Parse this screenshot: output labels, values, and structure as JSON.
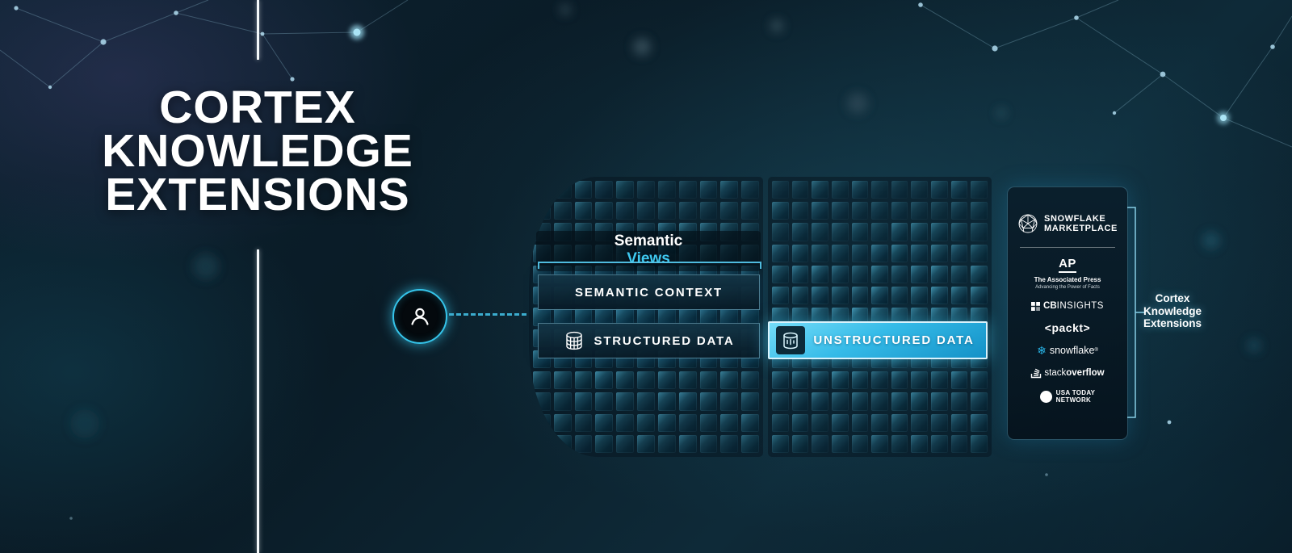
{
  "colors": {
    "accent": "#29b5e8",
    "accent_light": "#5fd4f5",
    "background_deep": "#0a1c28"
  },
  "hero": {
    "title_line1": "CORTEX",
    "title_line2": "KNOWLEDGE",
    "title_line3": "EXTENSIONS"
  },
  "pipeline": {
    "semantic_group": {
      "label_line1": "Semantic",
      "label_line2": "Views"
    },
    "semantic_context_label": "SEMANTIC CONTEXT",
    "structured_data_label": "STRUCTURED DATA",
    "unstructured_data_label": "UNSTRUCTURED DATA"
  },
  "marketplace": {
    "title_line1": "SNOWFLAKE",
    "title_line2": "MARKETPLACE",
    "partners": {
      "ap": {
        "abbr": "AP",
        "name": "The Associated Press",
        "tagline": "Advancing the Power of Facts"
      },
      "cbinsights": {
        "bold": "CB",
        "light": "INSIGHTS"
      },
      "packt": {
        "text": "<packt>"
      },
      "snowflake": {
        "text": "snowflake",
        "mark": "®"
      },
      "stackoverflow": {
        "regular": "stack",
        "bold": "overflow"
      },
      "usatoday": {
        "line1": "USA TODAY",
        "line2": "NETWORK"
      }
    }
  },
  "callout": {
    "line1": "Cortex",
    "line2": "Knowledge",
    "line3": "Extensions"
  }
}
